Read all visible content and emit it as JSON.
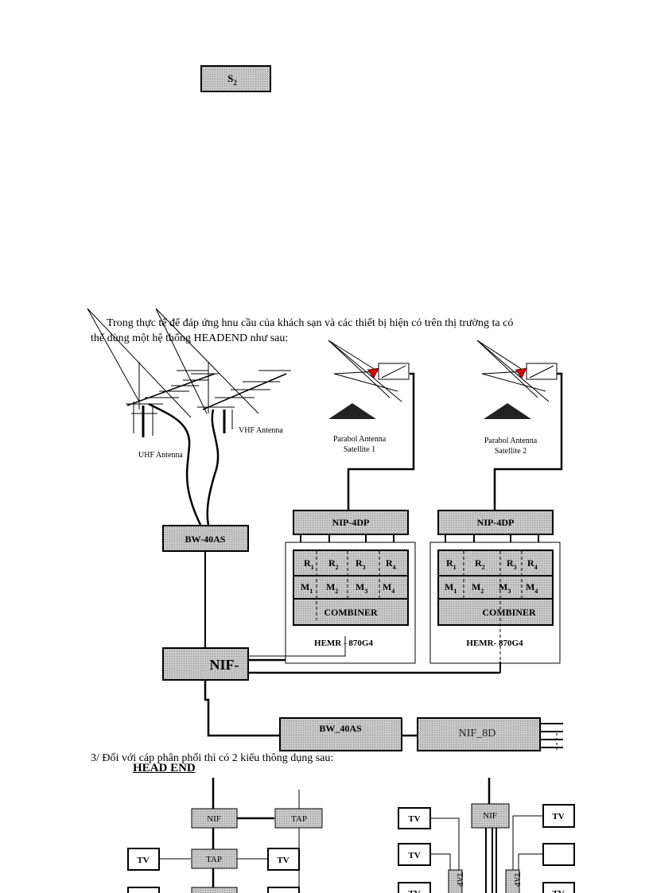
{
  "s2_box": {
    "main": "S",
    "sub": "2"
  },
  "paragraph": {
    "line1": "Trong  thực  tế  để  đáp  ứng  hnu  cầu  của  khách  sạn  và  các  thiết  bị  hiện  có  trên  thị  trường  ta  có",
    "line2": "thể  dùng  một  hệ  thống  HEADEND  như  sau:"
  },
  "antennas": {
    "uhf": "UHF Antenna",
    "vhf": "VHF Antenna",
    "parabol1_line1": "Parabol Antenna",
    "parabol1_line2": "Satellite 1",
    "parabol2_line1": "Parabol Antenna",
    "parabol2_line2": "Satellite 2"
  },
  "blocks": {
    "bw40as_top": "BW-40AS",
    "nip_left": "NIP-4DP",
    "nip_right": "NIP-4DP",
    "combiner_left": "COMBINER",
    "combiner_right": "COMBINER",
    "hemr_left": "HEMR  -  870G4",
    "hemr_right": "HEMR-  870G4",
    "nif_main": "NIF-",
    "bw40as_bottom": "BW_40AS",
    "nif8d": "NIF_8D"
  },
  "modules": {
    "r": [
      "R",
      "R",
      "R",
      "R"
    ],
    "m": [
      "M",
      "M",
      "M",
      "M"
    ],
    "subs": [
      "1",
      "2",
      "3",
      "4"
    ]
  },
  "section3": {
    "text": "3/ Đối với cáp phân phối thì có 2 kiểu thông dụng sau:",
    "headend": "HEAD END"
  },
  "distribution": {
    "nif": "NIF",
    "tap": "TAP",
    "tv": "TV",
    "tap_v1": "TAP",
    "tap_v2": "TAP"
  }
}
